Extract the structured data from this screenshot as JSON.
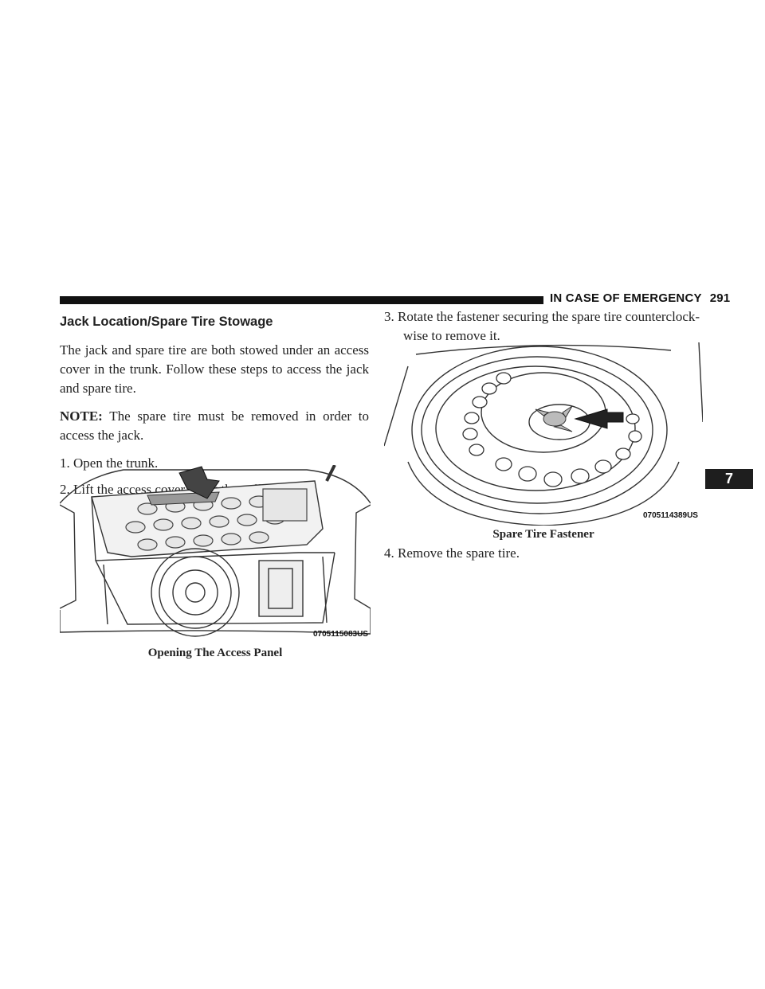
{
  "header": {
    "section": "IN CASE OF EMERGENCY",
    "page_number": "291"
  },
  "chapter_tab": "7",
  "left": {
    "heading": "Jack Location/Spare Tire Stowage",
    "intro": "The jack and spare tire are both stowed under an access cover in the trunk. Follow these steps to access the jack and spare tire.",
    "note_label": "NOTE:",
    "note_text": " The spare tire must be removed in order to access the jack.",
    "step1": "1. Open the trunk.",
    "step2": "2. Lift the access cover using the pull strap.",
    "figure1": {
      "code": "0705115083US",
      "caption": "Opening The Access Panel"
    }
  },
  "right": {
    "step3": "3. Rotate the fastener securing the spare tire counterclock- wise to remove it.",
    "figure2": {
      "code": "0705114389US",
      "caption": "Spare Tire Fastener"
    },
    "step4": "4. Remove the spare tire."
  }
}
